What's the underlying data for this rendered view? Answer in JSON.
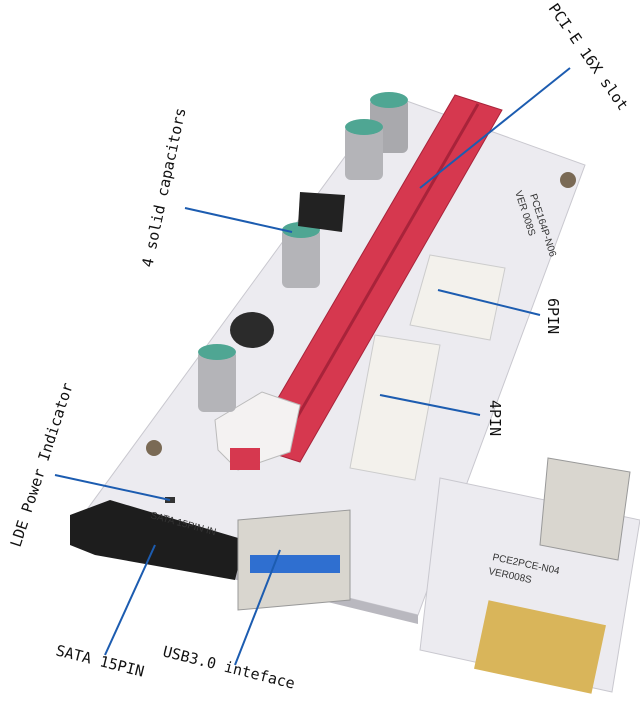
{
  "labels": {
    "pcie_slot": "PCI-E 16X slot",
    "capacitors": "4 solid capacitors",
    "six_pin": "6PIN",
    "four_pin": "4PIN",
    "led": "LDE Power Indicator",
    "sata": "SATA 15PIN",
    "usb": "USB3.0 inteface"
  },
  "board_print": {
    "main_model": "PCE164P-N06",
    "main_version": "VER 008S",
    "sata_in": "SATA 15PIN IN",
    "small_model": "PCE2PCE-N04",
    "small_version": "VER008S"
  },
  "colors": {
    "leader_line": "#1c5cb0",
    "slot": "#d6384f",
    "board": "#ecebf0"
  }
}
